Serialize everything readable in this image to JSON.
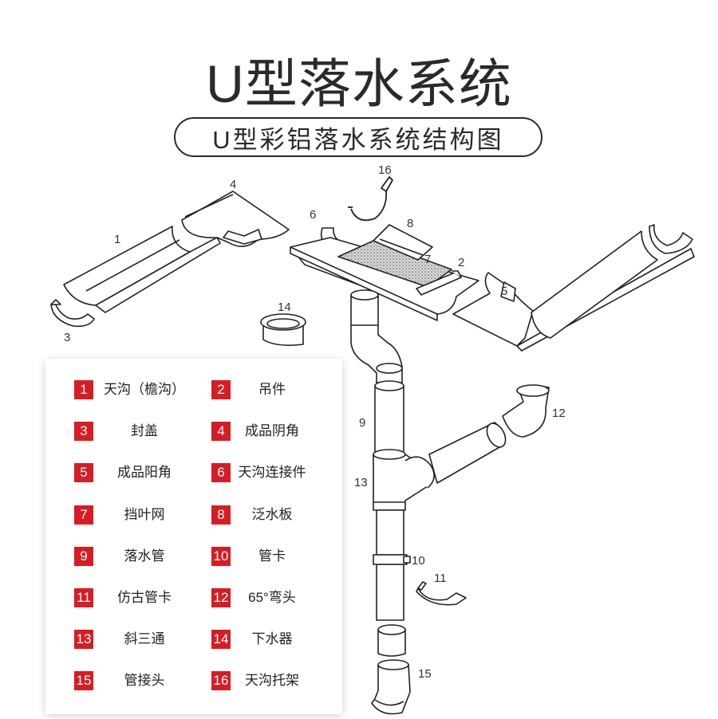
{
  "header": {
    "title": "U型落水系统",
    "subtitle": "U型彩铝落水系统结构图"
  },
  "diagram": {
    "callouts": [
      "1",
      "2",
      "3",
      "4",
      "5",
      "6",
      "7",
      "8",
      "9",
      "10",
      "11",
      "12",
      "13",
      "14",
      "15",
      "16"
    ]
  },
  "legend": {
    "items": [
      {
        "num": "1",
        "label": "天沟（檐沟）"
      },
      {
        "num": "2",
        "label": "吊件"
      },
      {
        "num": "3",
        "label": "封盖"
      },
      {
        "num": "4",
        "label": "成品阴角"
      },
      {
        "num": "5",
        "label": "成品阳角"
      },
      {
        "num": "6",
        "label": "天沟连接件"
      },
      {
        "num": "7",
        "label": "挡叶网"
      },
      {
        "num": "8",
        "label": "泛水板"
      },
      {
        "num": "9",
        "label": "落水管"
      },
      {
        "num": "10",
        "label": "管卡"
      },
      {
        "num": "11",
        "label": "仿古管卡"
      },
      {
        "num": "12",
        "label": "65°弯头"
      },
      {
        "num": "13",
        "label": "斜三通"
      },
      {
        "num": "14",
        "label": "下水器"
      },
      {
        "num": "15",
        "label": "管接头"
      },
      {
        "num": "16",
        "label": "天沟托架"
      }
    ]
  },
  "colors": {
    "accent": "#d71d23",
    "line": "#222222",
    "screen": "#b9b9b9"
  }
}
